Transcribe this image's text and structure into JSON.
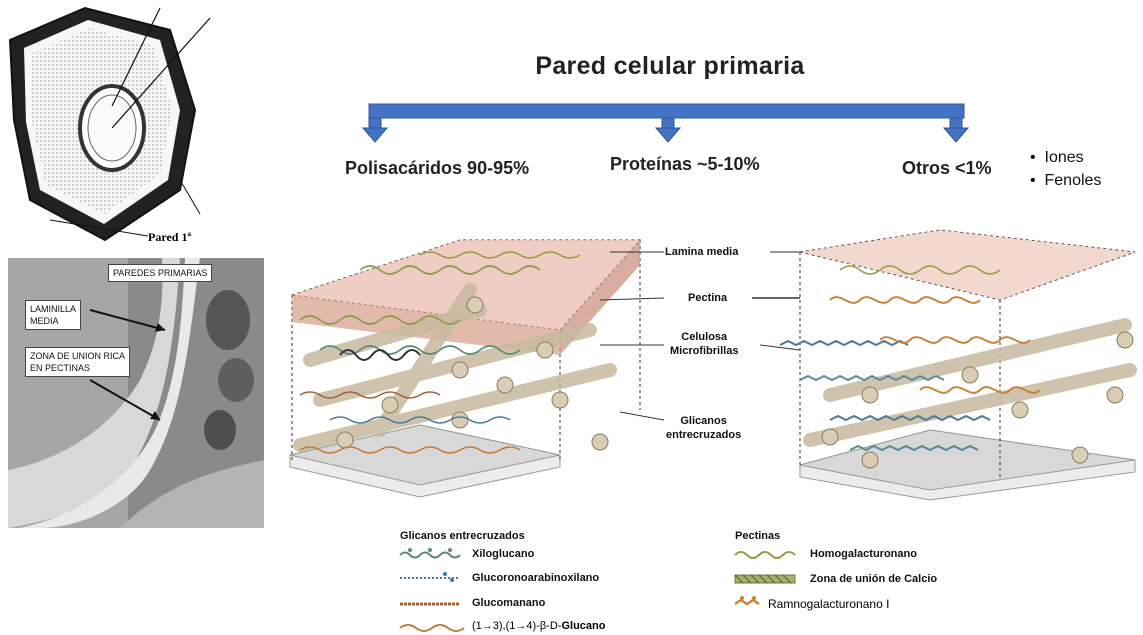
{
  "title": "Pared celular primaria",
  "categories": [
    {
      "label": "Polisacáridos 90-95%"
    },
    {
      "label": "Proteínas  ~5-10%"
    },
    {
      "label": "Otros  <1%"
    }
  ],
  "others_list": [
    "Iones",
    "Fenoles"
  ],
  "drawing_label": "Pared 1ª",
  "micrograph": {
    "header": "PAREDES PRIMARIAS",
    "label1_line1": "LAMINILLA",
    "label1_line2": "MEDIA",
    "label2_line1": "ZONA DE UNION RICA",
    "label2_line2": "EN PECTINAS"
  },
  "diagram_labels": {
    "lamina": "Lamina media",
    "pectina": "Pectina",
    "celulosa_line1": "Celulosa",
    "celulosa_line2": "Microfibrillas",
    "glicanos_line1": "Glicanos",
    "glicanos_line2": "entrecruzados"
  },
  "legend": {
    "left_title": "Glicanos entrecruzados",
    "left_items": [
      {
        "label": "Xiloglucano",
        "color": "#5a8a73"
      },
      {
        "label": "Glucoronoarabinoxilano",
        "color": "#4a7a96"
      },
      {
        "label": "Glucomanano",
        "color": "#a0603a"
      },
      {
        "label_prefix": "(1→3),(1→4)-β-D-",
        "label_bold": "Glucano",
        "color": "#c07a3a"
      }
    ],
    "right_title": "Pectinas",
    "right_items": [
      {
        "label": "Homogalacturonano",
        "color": "#9a9a40"
      },
      {
        "label": "Zona de unión de Calcio",
        "color": "#7a8a4a"
      },
      {
        "label": "Ramnogalacturonano I",
        "color": "#c8843a"
      }
    ]
  },
  "colors": {
    "arrow_blue": "#4472c4",
    "arrow_blue_dark": "#2f5597",
    "pink_plane": "#e8b8a8",
    "gray_slab": "#d8d8d8"
  }
}
